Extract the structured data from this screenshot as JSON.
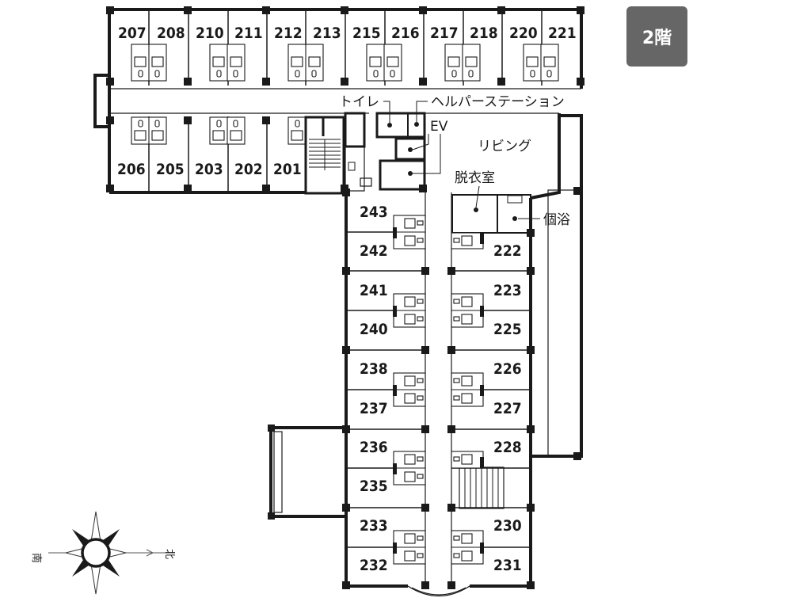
{
  "floor_badge": "2階",
  "labels": {
    "toilet": "トイレ",
    "helper_station": "ヘルパーステーション",
    "ev": "EV",
    "living": "リビング",
    "changing_room": "脱衣室",
    "private_bath": "個浴"
  },
  "compass": {
    "south": "南",
    "north": "北"
  },
  "rooms": {
    "r207": "207",
    "r208": "208",
    "r210": "210",
    "r211": "211",
    "r212": "212",
    "r213": "213",
    "r215": "215",
    "r216": "216",
    "r217": "217",
    "r218": "218",
    "r220": "220",
    "r221": "221",
    "r206": "206",
    "r205": "205",
    "r203": "203",
    "r202": "202",
    "r201": "201",
    "r243": "243",
    "r242": "242",
    "r241": "241",
    "r240": "240",
    "r238": "238",
    "r237": "237",
    "r236": "236",
    "r235": "235",
    "r233": "233",
    "r232": "232",
    "r222": "222",
    "r223": "223",
    "r225": "225",
    "r226": "226",
    "r227": "227",
    "r228": "228",
    "r230": "230",
    "r231": "231"
  }
}
